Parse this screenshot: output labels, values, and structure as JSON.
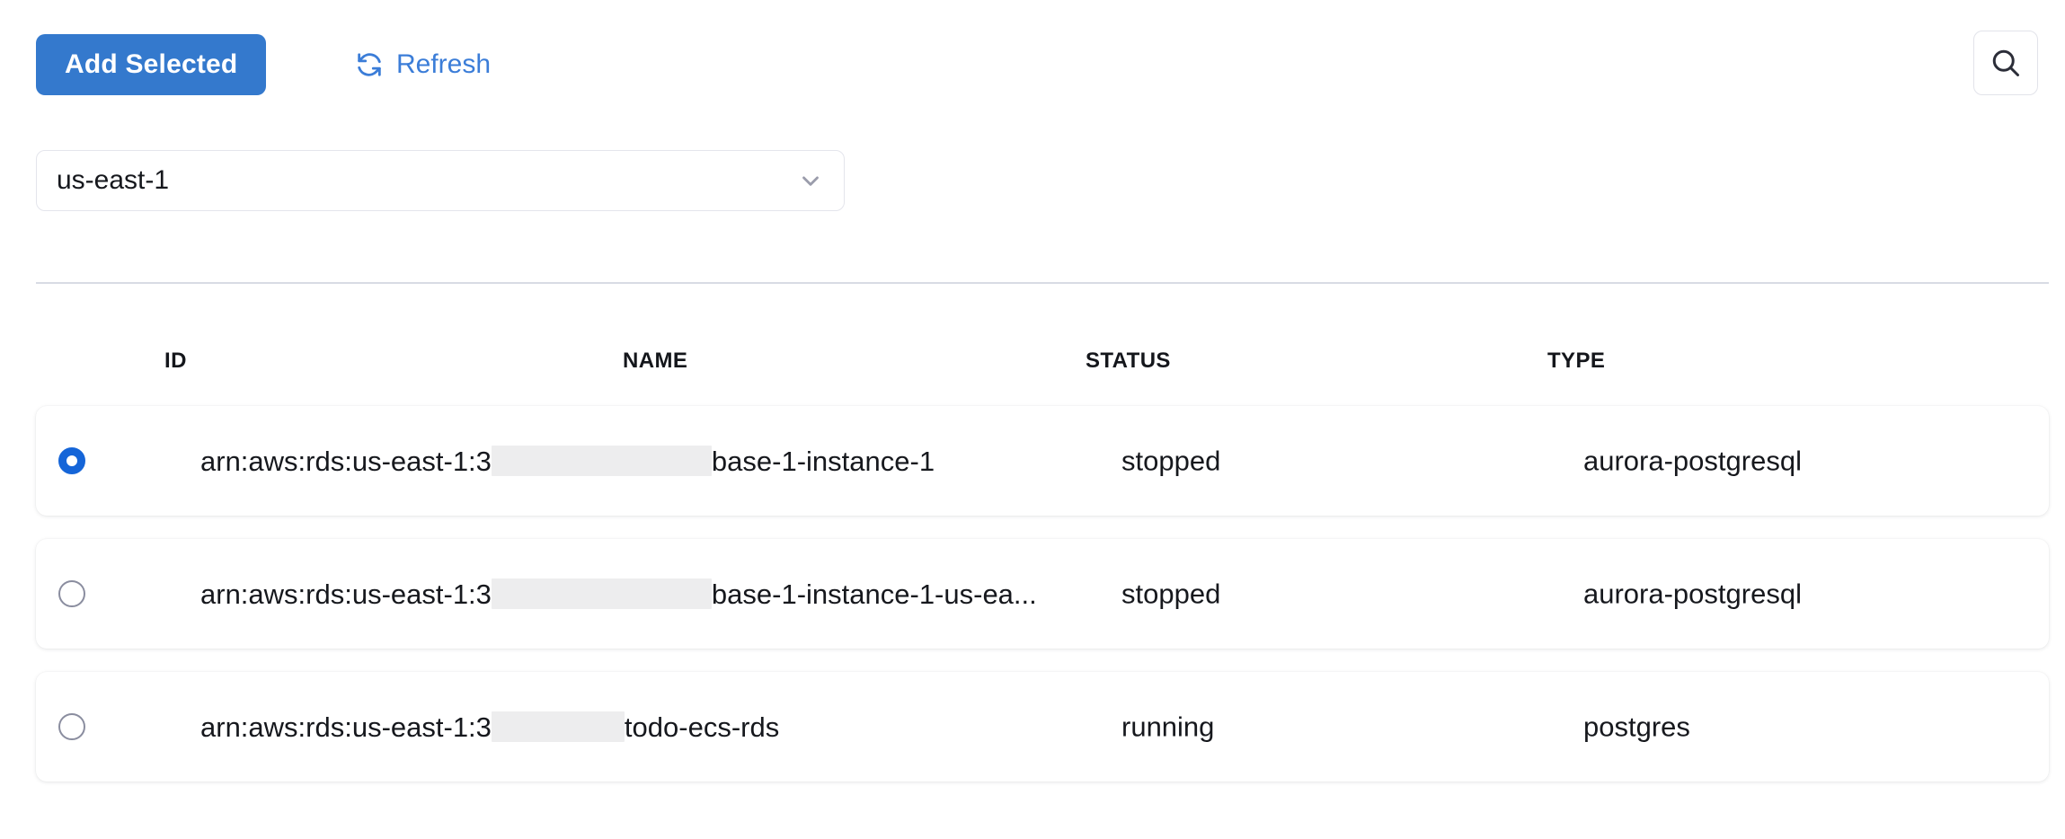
{
  "toolbar": {
    "add_selected_label": "Add Selected",
    "refresh_label": "Refresh",
    "refresh_icon": "refresh-icon",
    "search_icon": "search-icon",
    "primary_color": "#3479cd",
    "link_color": "#3b7dd8"
  },
  "region": {
    "selected": "us-east-1",
    "chevron_icon": "chevron-down-icon",
    "options": [
      "us-east-1"
    ]
  },
  "table": {
    "headers": [
      "ID",
      "NAME",
      "STATUS",
      "TYPE"
    ],
    "rows": [
      {
        "selected": true,
        "id_prefix": "arn:aws:rds:us-east-1:3",
        "id_redacted": true,
        "id_redaction_width": 245,
        "id_suffix": "base-1-instance-1",
        "name": "",
        "status": "stopped",
        "type": "aurora-postgresql"
      },
      {
        "selected": false,
        "id_prefix": "arn:aws:rds:us-east-1:3",
        "id_redacted": true,
        "id_redaction_width": 245,
        "id_suffix": "base-1-instance-1-us-ea...",
        "name": "",
        "status": "stopped",
        "type": "aurora-postgresql"
      },
      {
        "selected": false,
        "id_prefix": "arn:aws:rds:us-east-1:3",
        "id_redacted": true,
        "id_redaction_width": 148,
        "id_suffix": "todo-ecs-rds",
        "name": "",
        "status": "running",
        "type": "postgres"
      }
    ]
  }
}
